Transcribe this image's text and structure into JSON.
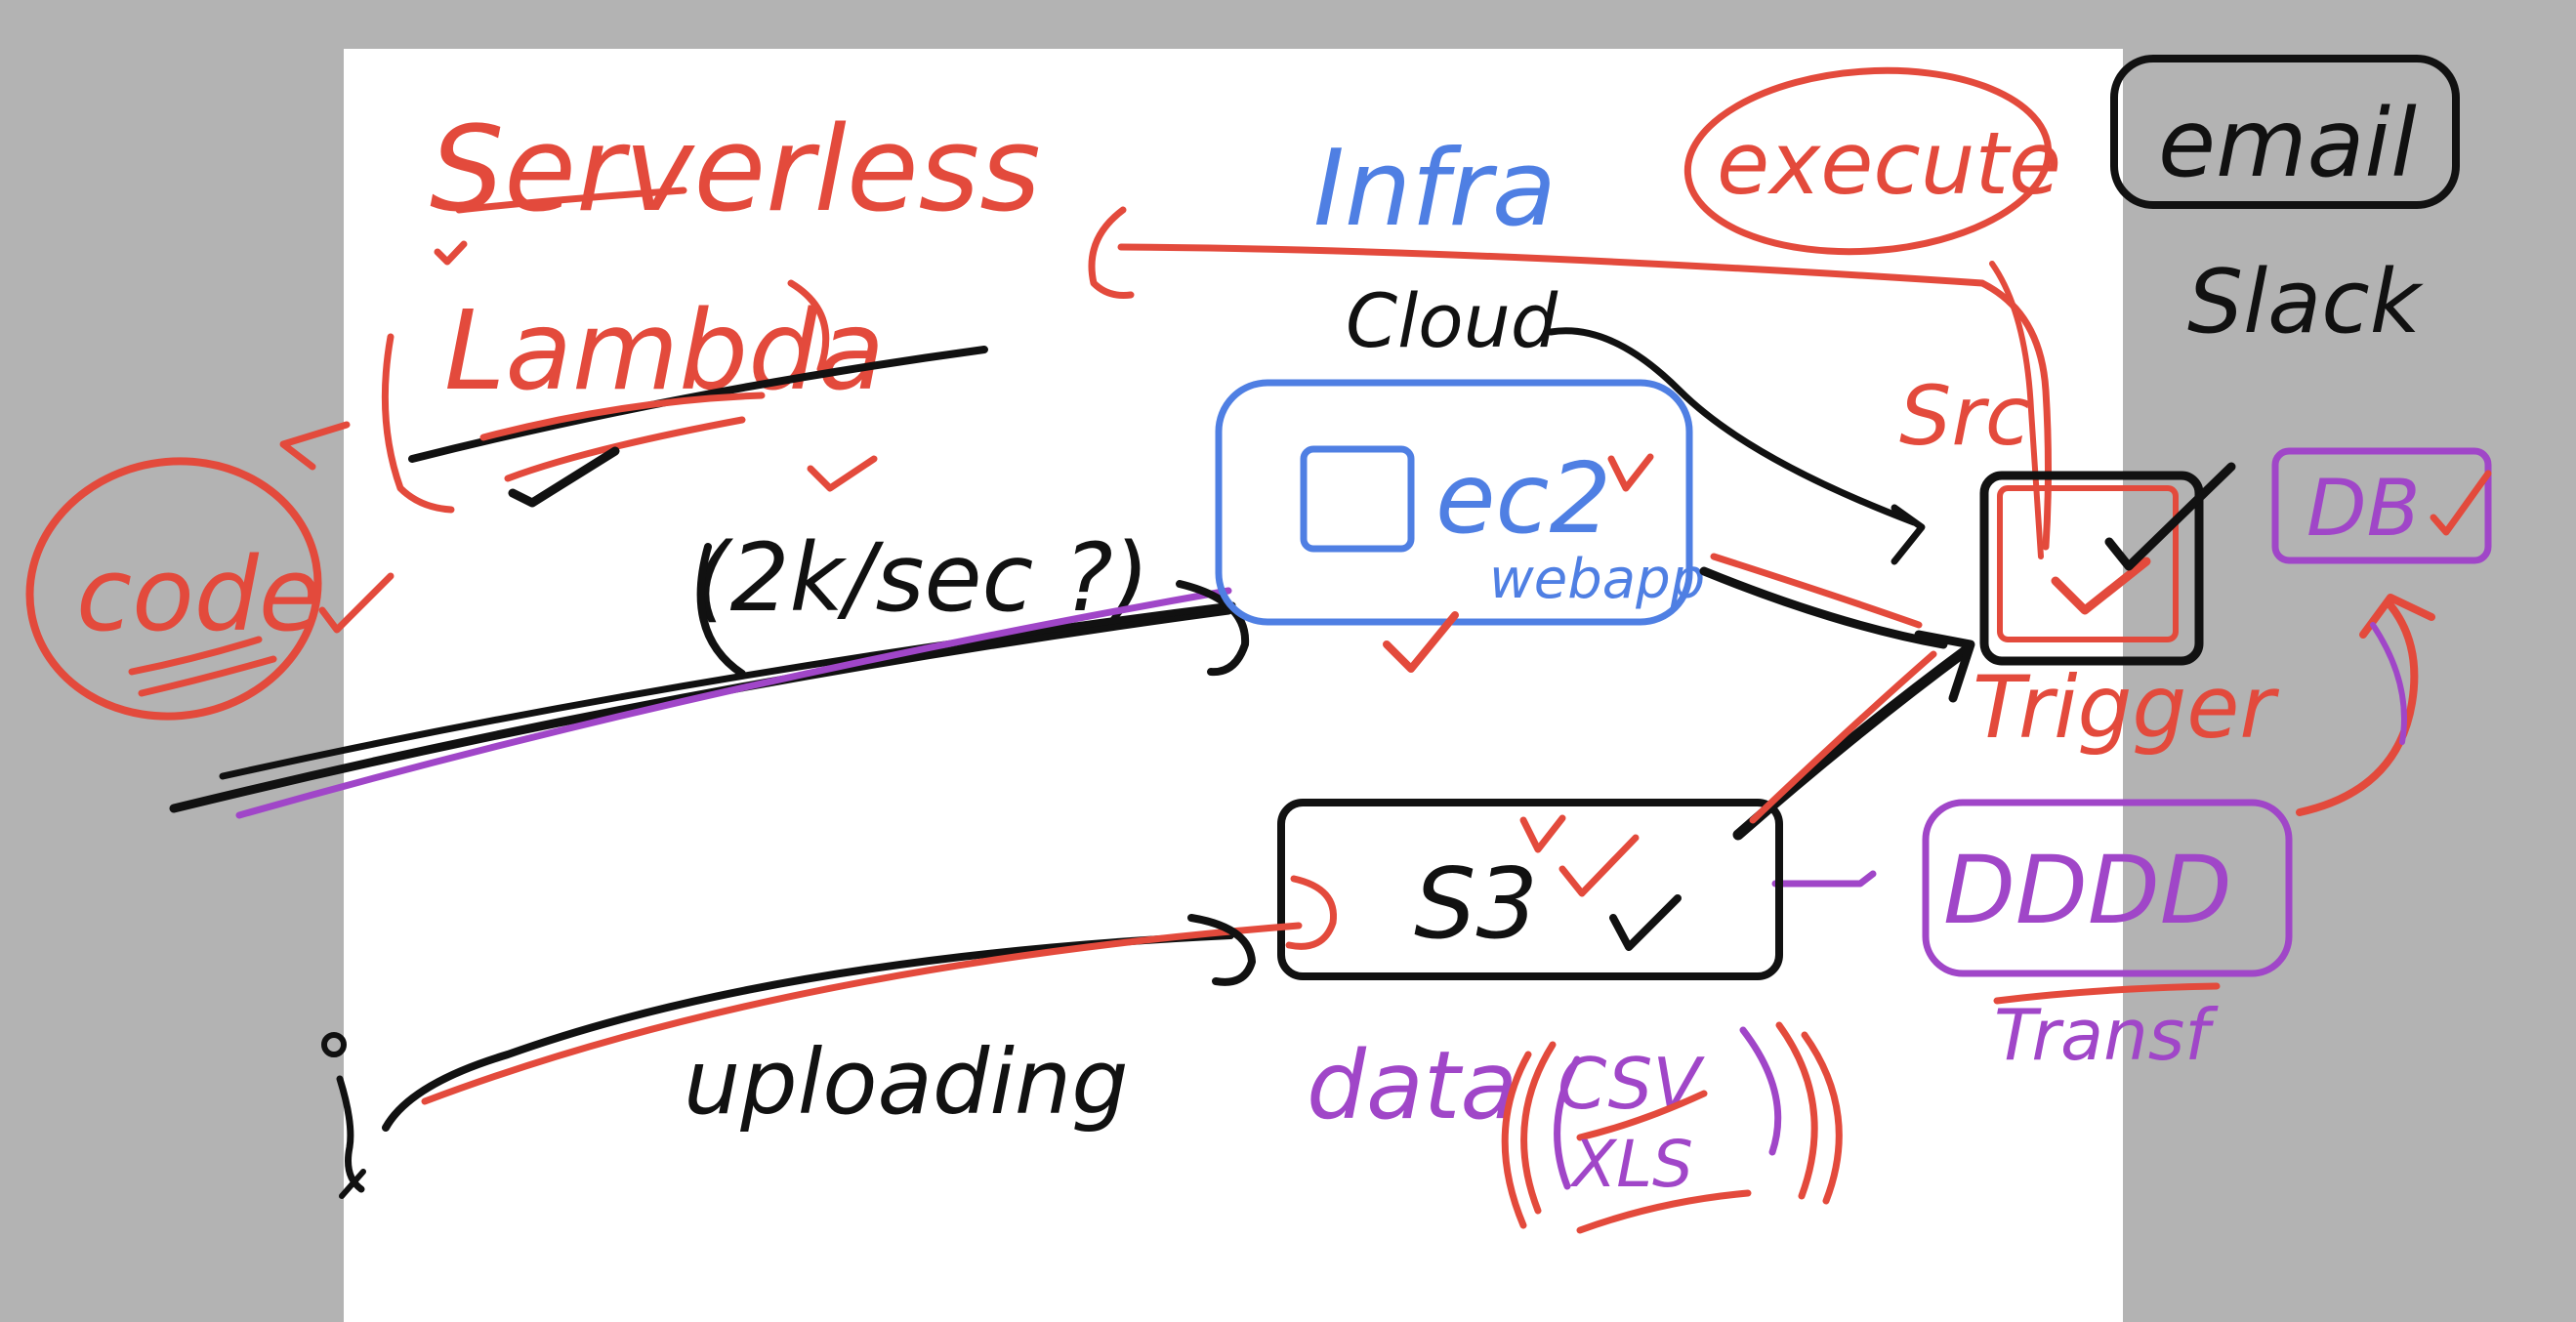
{
  "colors": {
    "red": "#e34a3c",
    "black": "#111111",
    "blue": "#4f7fe3",
    "purple": "#a046c8",
    "background": "#b3b3b3",
    "board": "#ffffff"
  },
  "labels": {
    "serverless": "Serverless",
    "lambda": "Lambda",
    "code": "code",
    "rate": "(2k/sec ?)",
    "infra": "Infra",
    "cloud": "Cloud",
    "ec2": "ec2",
    "webapp": "webapp",
    "execute": "execute",
    "email": "email",
    "slack": "Slack",
    "src": "Src",
    "trigger": "Trigger",
    "db": "DB",
    "dddd": "DDDD",
    "transf": "Transf",
    "s3": "S3",
    "uploading": "uploading",
    "data": "data",
    "csv": "CSV",
    "xls": "XLS"
  }
}
